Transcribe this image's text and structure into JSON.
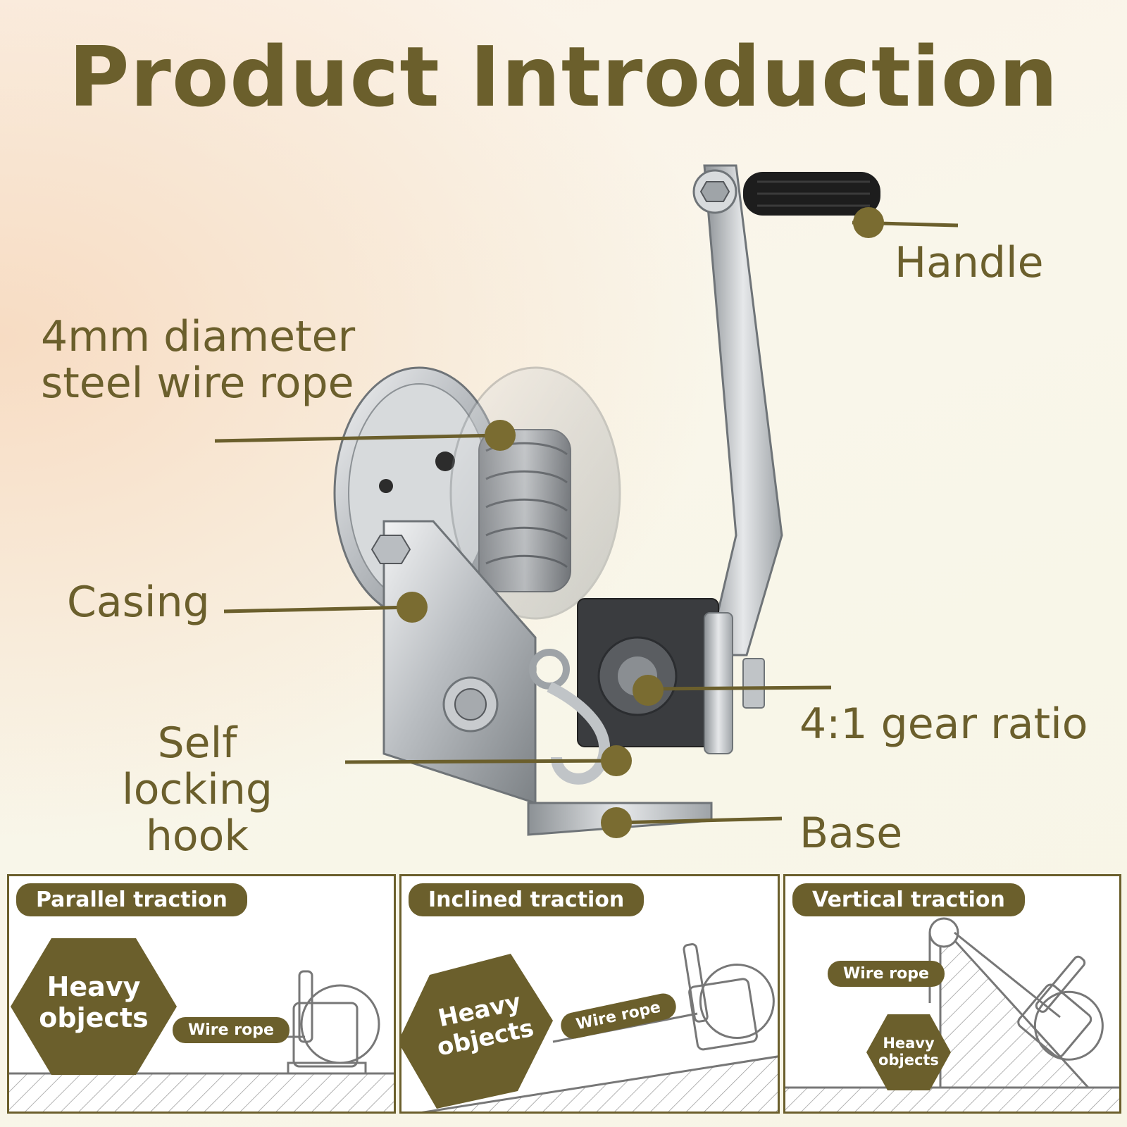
{
  "title": "Product Introduction",
  "labels": {
    "handle": "Handle",
    "wire_rope": "4mm diameter\nsteel wire rope",
    "casing": "Casing",
    "self_locking_hook": "Self locking\nhook",
    "gear_ratio": "4:1 gear ratio",
    "base": "Base"
  },
  "panels": [
    {
      "tag": "Parallel traction",
      "heavy": "Heavy\nobjects",
      "rope": "Wire rope"
    },
    {
      "tag": "Inclined traction",
      "heavy": "Heavy\nobjects",
      "rope": "Wire rope"
    },
    {
      "tag": "Vertical traction",
      "heavy": "Heavy\nobjects",
      "rope": "Wire rope"
    }
  ],
  "colors": {
    "accent": "#6b5f2c",
    "metal": "#c9cccf",
    "grip": "#1d1d1d"
  }
}
